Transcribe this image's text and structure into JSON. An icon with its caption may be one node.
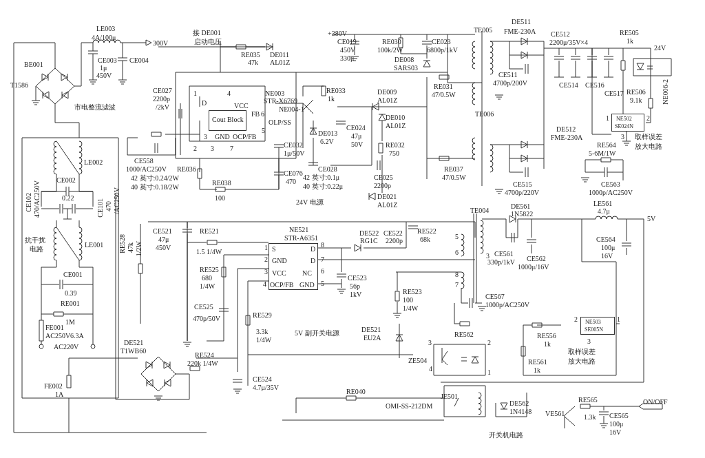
{
  "diagram": {
    "nodes": [
      {
        "text": [
          "Cout Block"
        ]
      },
      {
        "text": [
          "S",
          "GND",
          "VCC",
          "OCP/FB",
          "D",
          "D",
          "NC",
          "GND"
        ]
      },
      {
        "text": [
          "NE502",
          "SE024N"
        ]
      },
      {
        "text": [
          "NE503",
          "SE005N"
        ]
      }
    ],
    "labels": [
      "LE003",
      "4A/100μ",
      "300V",
      "接 DE001",
      "启动电压",
      "RE035",
      "47k",
      "DE011",
      "AL01Z",
      "+380V",
      "CE019",
      "450V",
      "330μ",
      "RE030",
      "100k/2W",
      "DE008",
      "SARS03",
      "CE023",
      "6800p/1kV",
      "TE005",
      "DE511",
      "FME-230A",
      "CE512",
      "2200μ/35V×4",
      "RE505",
      "1k",
      "24V",
      "CE511",
      "4700p/200V",
      "CE514",
      "CE516",
      "CE517",
      "RE506",
      "9.1k",
      "NE006-2",
      "TE006",
      "DE512",
      "FME-230A",
      "1",
      "2",
      "3",
      "取样误差",
      "放大电路",
      "RE564",
      "5-6M/1W",
      "CE563",
      "1000p/AC250V",
      "CE515",
      "4700p/220V",
      "RE031",
      "47/0.5W",
      "RE037",
      "47/0.5W",
      "DE009",
      "AL01Z",
      "DE010",
      "AL01Z",
      "RE033",
      "1k",
      "NE003",
      "STR-X6769",
      "NE004-1",
      "VCC",
      "D",
      "FB",
      "6",
      "OLP/SS",
      "5",
      "GND",
      "OCP/FB",
      "1",
      "4",
      "3",
      "2",
      "3",
      "7",
      "CE027",
      "2200p",
      "/2kV",
      "CE558",
      "1000/AC250V",
      "RE036",
      "42 英寸:0.24/2W",
      "40 英寸:0.18/2W",
      "RE038",
      "100",
      "CE032",
      "1μ/50V",
      "CE076",
      "470",
      "DE013",
      "6.2V",
      "CE024",
      "47μ",
      "50V",
      "RE032",
      "750",
      "CE028",
      "42 英寸:0.1μ",
      "40 英寸:0.22μ",
      "CE025",
      "2200p",
      "24V 电源",
      "DE021",
      "AL01Z",
      "BE001",
      "T1586",
      "CE003",
      "1μ",
      "450V",
      "CE004",
      "市电整流滤波",
      "LE002",
      "CE002",
      "0.22",
      "CE102",
      "470/AC250V",
      "CE101",
      "470",
      "/AC250V",
      "抗干扰",
      "电路",
      "LE001",
      "CE001",
      "0.39",
      "RE001",
      "1M",
      "FE001",
      "AC250V6.3A",
      "AC220V",
      "DE521",
      "T1WB60",
      "FE002",
      "1A",
      "RE528",
      "47k",
      "1/2W",
      "CE521",
      "47μ",
      "450V",
      "RE521",
      "1.5 1/4W",
      "RE525",
      "680",
      "1/4W",
      "CE525",
      "470p/50V",
      "RE524",
      "220k 1/4W",
      "CE524",
      "4.7μ/35V",
      "NE521",
      "STR-A6351",
      "1",
      "2",
      "3",
      "4",
      "8",
      "7",
      "6",
      "5",
      "RE529",
      "3.3k",
      "1/4W",
      "5V 副开关电源",
      "DE522",
      "RG1C",
      "CE522",
      "2200p",
      "RE522",
      "68k",
      "CE523",
      "56p",
      "1kV",
      "RE523",
      "100",
      "1/4W",
      "DE521",
      "EU2A",
      "TE004",
      "5",
      "6",
      "8",
      "7",
      "3",
      "DE561",
      "1N5822",
      "CE561",
      "330p/1kV",
      "CE562",
      "1000μ/16V",
      "LE561",
      "4.7μ",
      "5V",
      "CE564",
      "100μ",
      "16V",
      "CE567",
      "1000p/AC250V",
      "RE562",
      "2",
      "1",
      "3",
      "RE556",
      "1k",
      "取样误差",
      "放大电路",
      "RE561",
      "1k",
      "ZE504",
      "3",
      "4",
      "2",
      "1",
      "RE040",
      "JE501",
      "OMI-SS-212DM",
      "DE562",
      "1N4148",
      "开关机电路",
      "RE565",
      "1.3k",
      "VE561",
      "CE565",
      "100μ",
      "16V",
      "ON/OFF"
    ]
  }
}
